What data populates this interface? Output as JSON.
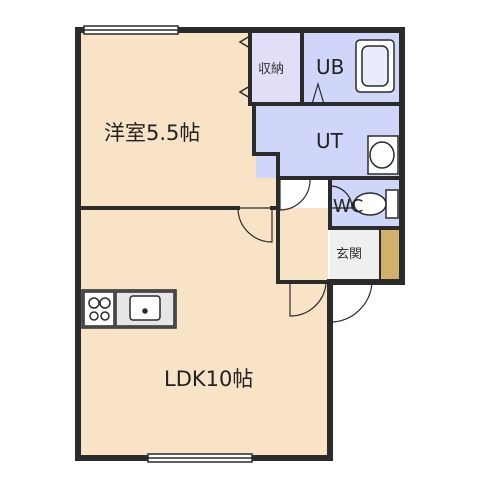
{
  "rooms": {
    "western_room": "洋室5.5帖",
    "storage": "収納",
    "unit_bath": "UB",
    "utility": "UT",
    "toilet": "WC",
    "entrance": "玄関",
    "ldk": "LDK10帖"
  },
  "colors": {
    "wall": "#2b2b2b",
    "room_floor": "#f8e3c6",
    "wet_area": "#cfd6fa",
    "storage": "#e3def8",
    "entrance": "#efefef",
    "shoe_box": "#d1b06b",
    "background": "#ffffff"
  }
}
